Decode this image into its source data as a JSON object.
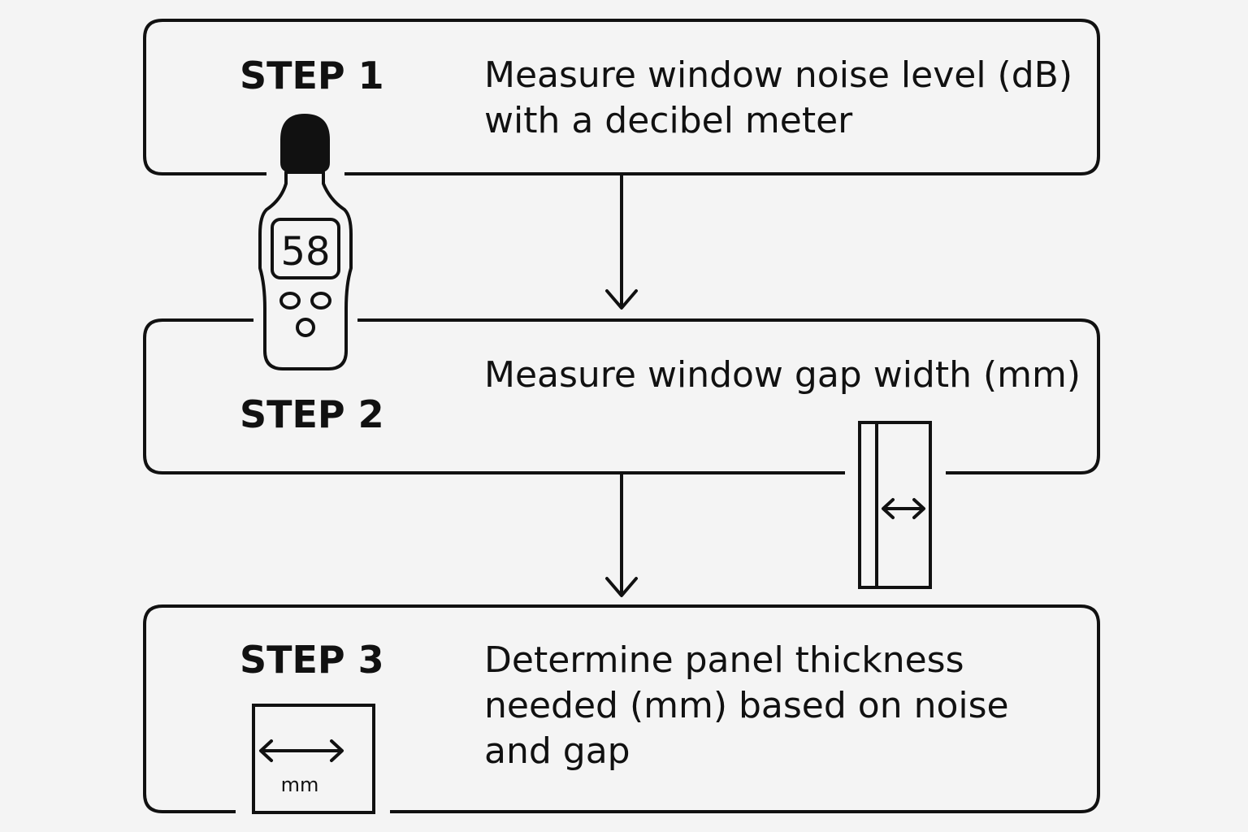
{
  "steps": [
    {
      "label": "STEP 1",
      "lines": [
        "Measure window noise level (dB)",
        "with a decibel meter"
      ]
    },
    {
      "label": "STEP 2",
      "lines": [
        "Measure window gap width (mm)"
      ]
    },
    {
      "label": "STEP 3",
      "lines": [
        "Determine panel thickness",
        "needed (mm) based on noise",
        "and gap"
      ]
    }
  ],
  "icons": {
    "decibel_meter": {
      "name": "decibel-meter-icon",
      "reading": "58"
    },
    "window_gap": {
      "name": "window-gap-icon"
    },
    "panel_thickness": {
      "name": "panel-thickness-icon",
      "unit": "mm"
    }
  },
  "colors": {
    "stroke": "#111111",
    "background": "#f4f4f4"
  }
}
